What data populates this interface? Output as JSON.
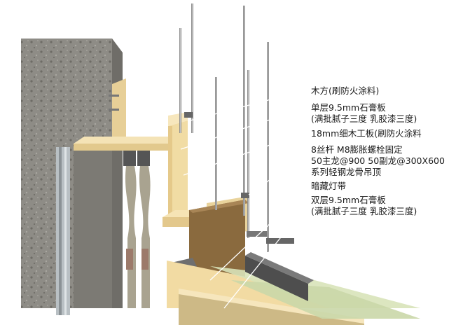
{
  "labels": {
    "wood_batten": "木方(刷防火涂料)",
    "single_gypsum_line1": "单层9.5mm石膏板",
    "single_gypsum_line2": "(满批腻子三度 乳胶漆三度)",
    "plywood_18mm": "18mm细木工板(刷防火涂料",
    "suspension_line1": "8丝杆 M8膨胀螺栓固定",
    "suspension_line2": "50主龙@900 50副龙@300X600",
    "suspension_line3": "系列轻钢龙骨吊顶",
    "hidden_light_strip": "暗藏灯带",
    "double_gypsum_line1": "双层9.5mm石膏板",
    "double_gypsum_line2": "(满批腻子三度 乳胶漆三度)"
  },
  "colors": {
    "concrete": "#8e8c86",
    "wood": "#f2dca6",
    "gypsum": "#e6e1c8",
    "leader_line": "#ffffff",
    "text": "#1a1a1a"
  }
}
